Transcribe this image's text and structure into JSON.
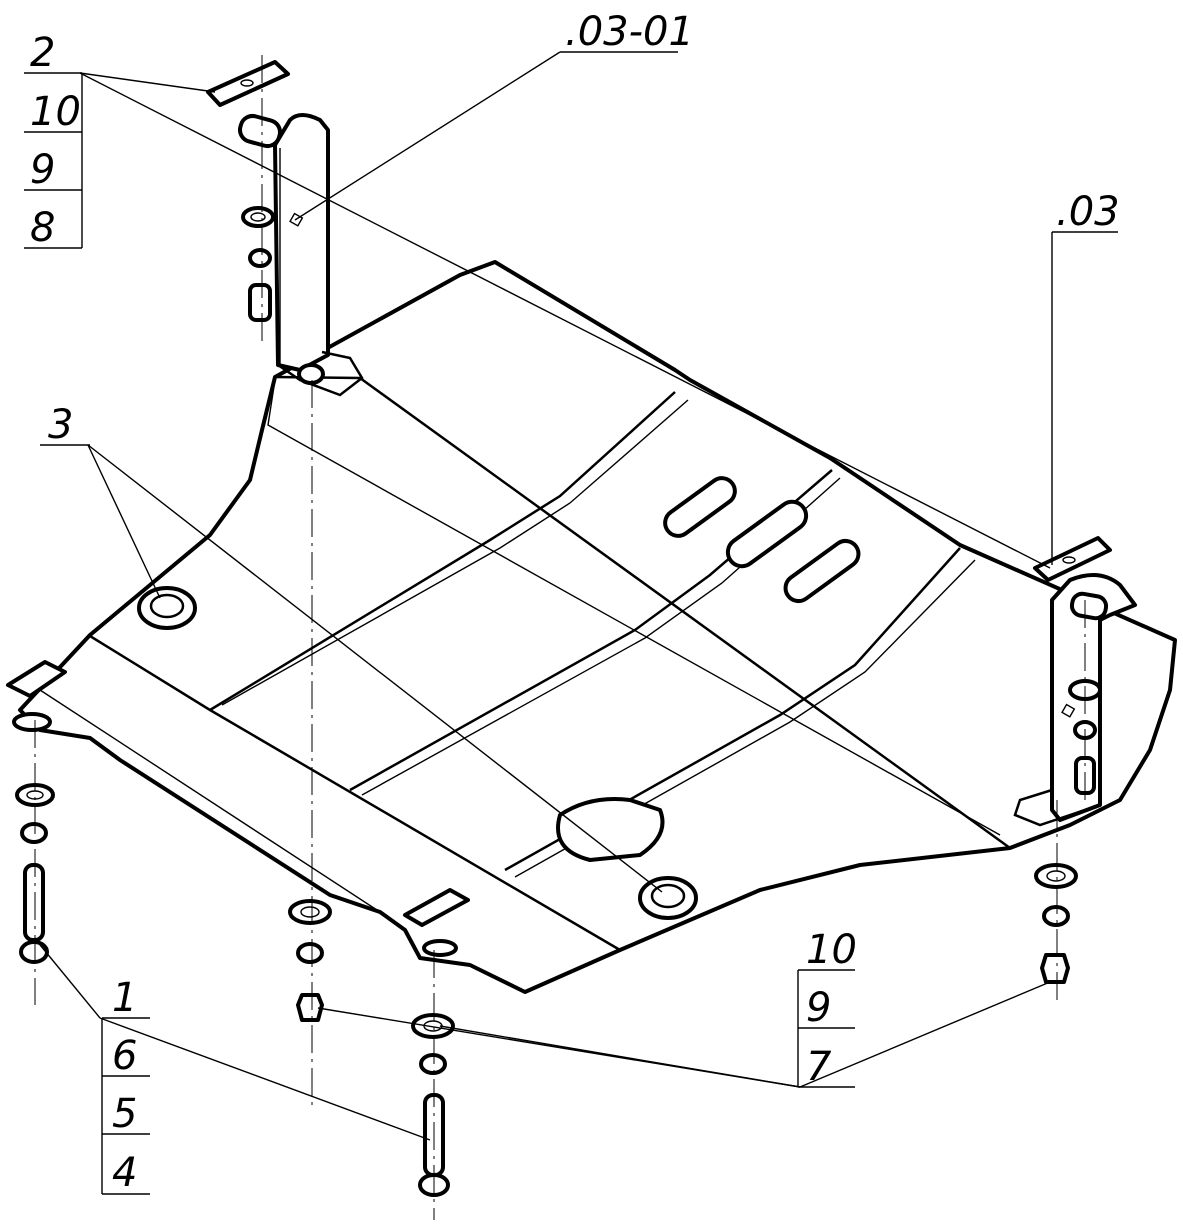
{
  "callouts": {
    "top_left_stack": [
      "2",
      "10",
      "9",
      "8"
    ],
    "top_center": ".03-01",
    "right_bracket": ".03",
    "left_middle": "3",
    "bottom_left_stack": [
      "1",
      "6",
      "5",
      "4"
    ],
    "bottom_right_stack": [
      "10",
      "9",
      "7"
    ]
  }
}
